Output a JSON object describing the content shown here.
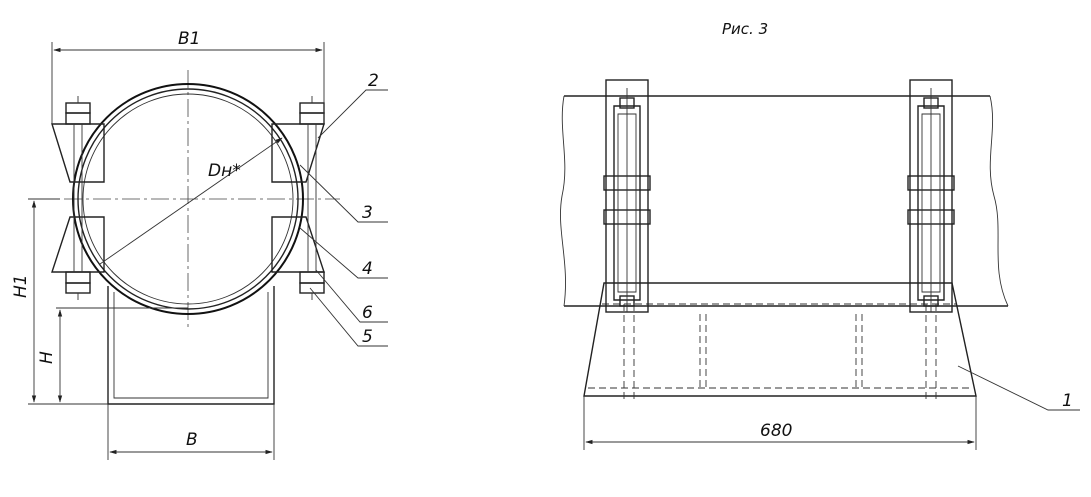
{
  "caption": "Рис. 3",
  "left_view": {
    "dim_b1": "B1",
    "dim_b": "B",
    "dim_h": "H",
    "dim_h1": "H1",
    "dim_dn": "Dн*",
    "callouts": [
      "2",
      "3",
      "4",
      "6",
      "5"
    ]
  },
  "right_view": {
    "dim_length": "680",
    "callout": "1"
  }
}
